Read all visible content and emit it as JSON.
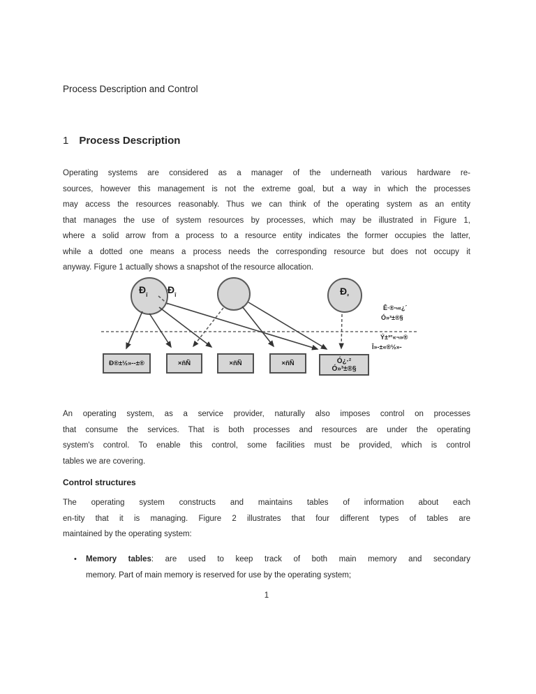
{
  "title": "Process Description and Control",
  "section": {
    "number": "1",
    "name": "Process Description"
  },
  "para1": {
    "lines": [
      "Operating systems are considered as a manager of the underneath various hardware re-",
      "sources, however this management is not the extreme goal, but a way in which the processes",
      "may access the resources reasonably. Thus we can think of the operating system as an entity",
      "that manages the use of system resources by processes, which may be illustrated in Figure 1,",
      "where a solid arrow from a process to a resource entity indicates the former occupies the latter,",
      "while a dotted one means a process needs the corresponding resource but does not occupy it",
      "anyway. Figure 1 actually shows a snapshot of the resource allocation."
    ]
  },
  "figure": {
    "processes": [
      {
        "label": "Ð",
        "subscript": "ï"
      },
      {
        "label": "Ð",
        "subscript": "î"
      },
      {
        "label": "Ð",
        "subscript": "²"
      }
    ],
    "resources": [
      {
        "label": "Ð®±½»--±®"
      },
      {
        "label": "×ñÑ"
      },
      {
        "label": "×ñÑ"
      },
      {
        "label": "×ñÑ"
      },
      {
        "label_line1": "Ó¿·²",
        "label_line2": "Ó»³±®§"
      }
    ],
    "annotations": {
      "above_line1": "Ê·®¬«¿´",
      "above_line2": "Ó»³±®§",
      "below_line1": "Ý±³°«¬»®",
      "below_line2": "Î»-±«®½»-"
    }
  },
  "para2": {
    "lines": [
      "An operating system, as a service provider, naturally also imposes control on processes",
      "that consume the services. That is both processes and resources are under the operating",
      "system's control. To enable this control, some facilities must be provided, which is control",
      "tables we are covering."
    ]
  },
  "control_heading": "Control structures",
  "para3": {
    "lines": [
      "The operating system constructs and maintains tables of information about each",
      "en-tity that it is managing. Figure 2 illustrates that four different types of tables are",
      "maintained by the operating system:"
    ]
  },
  "bullet": {
    "marker": "•",
    "term": "Memory tables",
    "line1_rest": ": are used to keep track of both main memory and secondary",
    "line2": "memory. Part of main memory is reserved for use by the operating system;"
  },
  "page_number": "1",
  "colors": {
    "page_bg": "#ffffff",
    "text": "#262626",
    "node_fill": "#d6d6d6",
    "node_stroke": "#4f4f4f",
    "dashed_divider": "#8c8c8c"
  }
}
